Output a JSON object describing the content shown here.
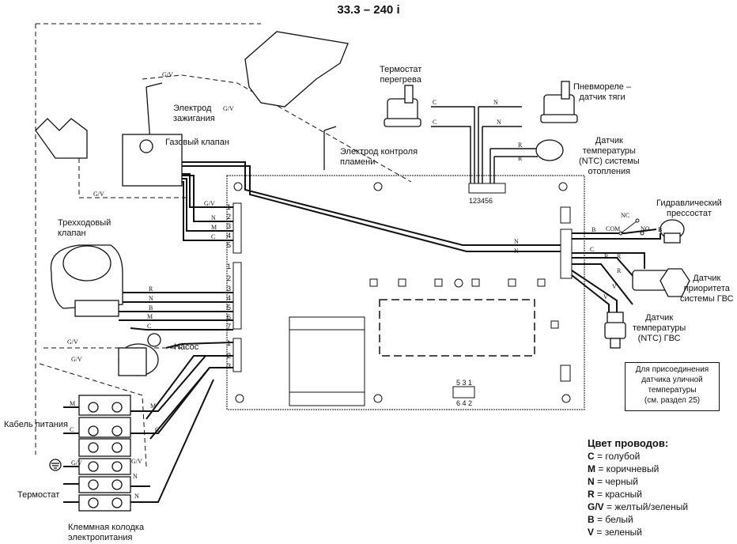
{
  "title": "33.3 – 240 i",
  "components": {
    "ignition_electrode": "Электрод\nзажигания",
    "gas_valve": "Газовый клапан",
    "overheat_thermostat": "Термостат\nперегрева",
    "pressure_relay": "Пневмореле –\nдатчик тяги",
    "flame_electrode": "Электрод контроля\nпламени",
    "ntc_heating": "Датчик\nтемпературы\n(NTC) системы\nотопления",
    "three_way_valve": "Трехходовый\nклапан",
    "hydraulic_pressostat": "Гидравлический\nпрессостат",
    "dhw_priority_sensor": "Датчик\nприоритета\nсистемы ГВС",
    "ntc_dhw": "Датчик\nтемпературы\n(NTC) ГВС",
    "pump": "Насос",
    "power_cable": "Кабель питания",
    "thermostat": "Термостат",
    "terminal_block": "Клеммная колодка\nэлектропитания"
  },
  "note": "Для присоединения\nдатчика уличной\nтемпературы\n(см. раздел 25)",
  "connector_pins": {
    "top_connector": "123456",
    "bottom_connector_top": "5 3 1",
    "bottom_connector_bottom": "6 4 2",
    "left_block_1": [
      "1",
      "2",
      "3",
      "4",
      "5"
    ],
    "left_block_2": [
      "1",
      "2",
      "3",
      "4",
      "5",
      "6",
      "7"
    ],
    "left_block_3": [
      "1",
      "2",
      "3"
    ]
  },
  "switch_labels": {
    "nc": "NC",
    "com": "COM",
    "no": "NO"
  },
  "wire_labels": {
    "gv": "G/V",
    "c": "C",
    "m": "M",
    "n": "N",
    "r": "R",
    "b": "B",
    "v": "V"
  },
  "legend": {
    "heading": "Цвет проводов:",
    "items": [
      {
        "code": "C",
        "meaning": "= голубой"
      },
      {
        "code": "M",
        "meaning": "= коричневый"
      },
      {
        "code": "N",
        "meaning": "= черный"
      },
      {
        "code": "R",
        "meaning": "= красный"
      },
      {
        "code": "G/V",
        "meaning": "= желтый/зеленый"
      },
      {
        "code": "B",
        "meaning": "= белый"
      },
      {
        "code": "V",
        "meaning": "= зеленый"
      }
    ]
  }
}
